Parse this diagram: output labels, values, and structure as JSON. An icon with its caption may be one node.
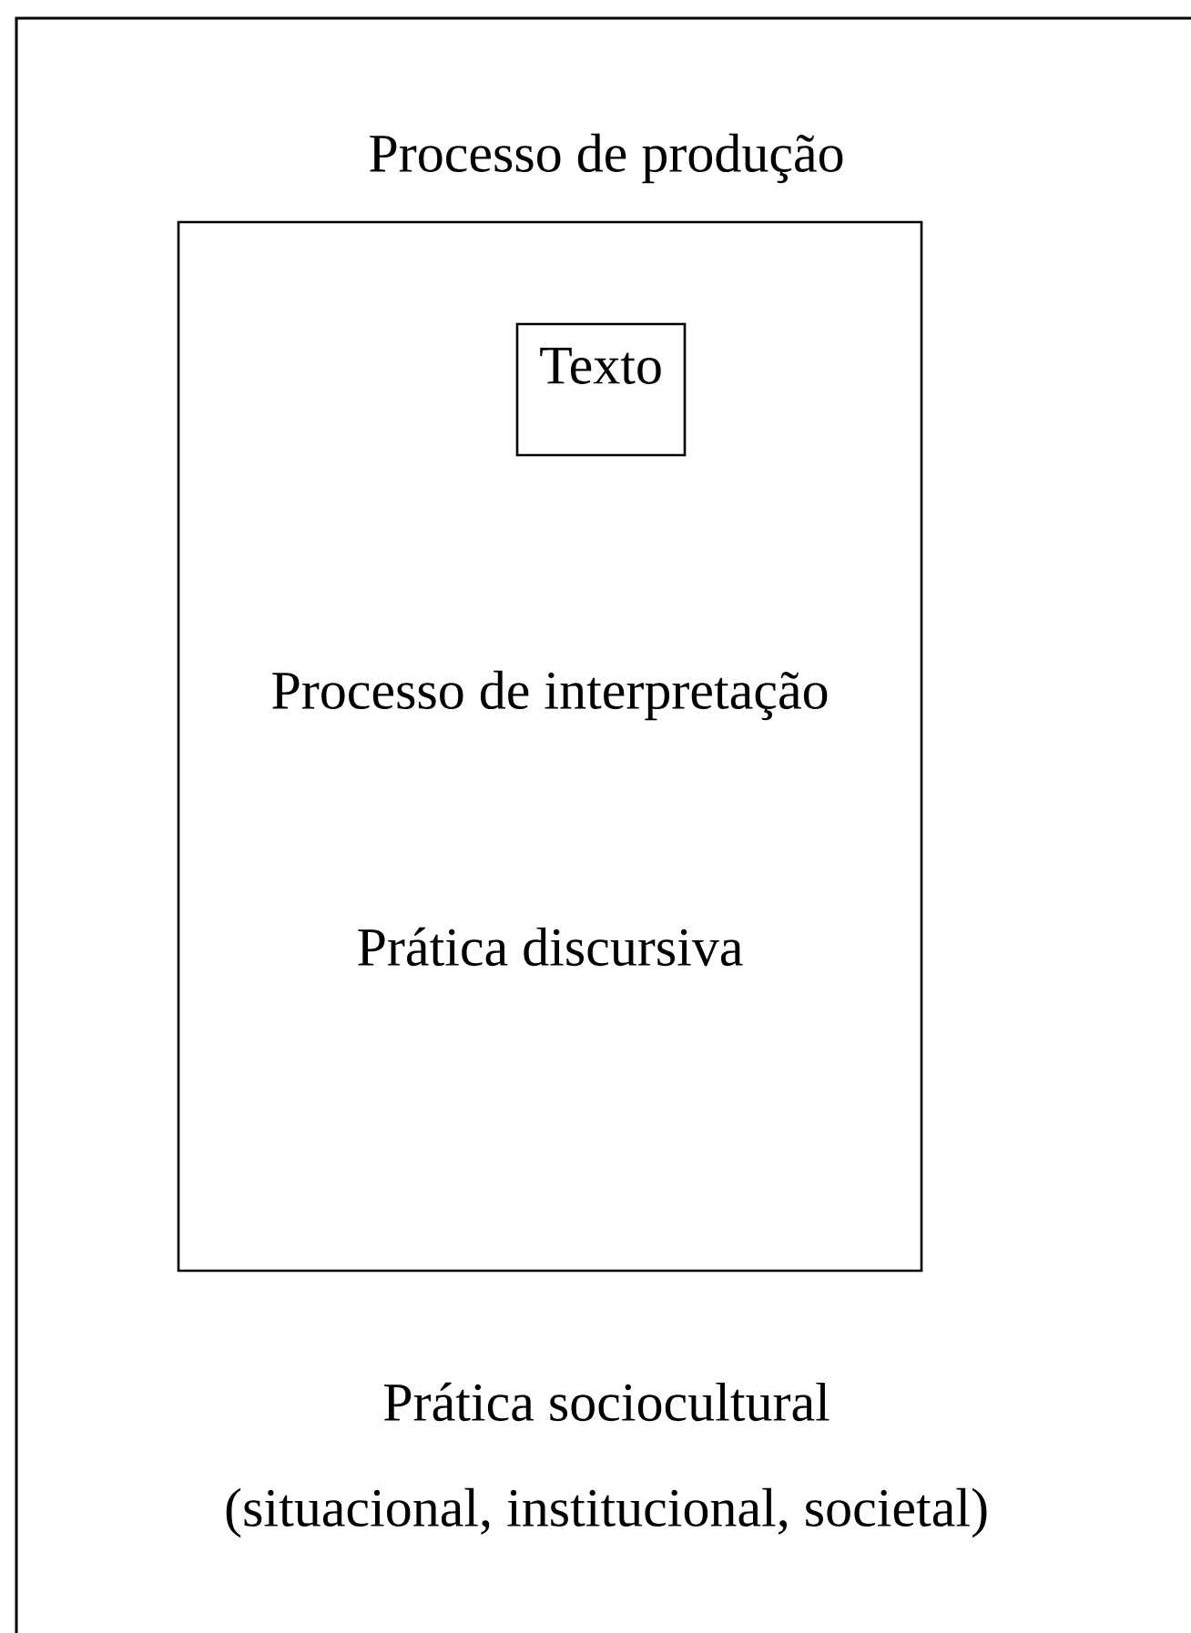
{
  "diagram": {
    "nodes": [
      {
        "text": [
          "Processo de produção",
          "Prática sociocultural",
          "(situacional, institucional, societal)"
        ]
      },
      {
        "text": [
          "Processo de interpretação",
          "Prática discursiva"
        ],
        "in": 0
      },
      {
        "text": [
          "Texto"
        ],
        "in": 1
      }
    ]
  }
}
